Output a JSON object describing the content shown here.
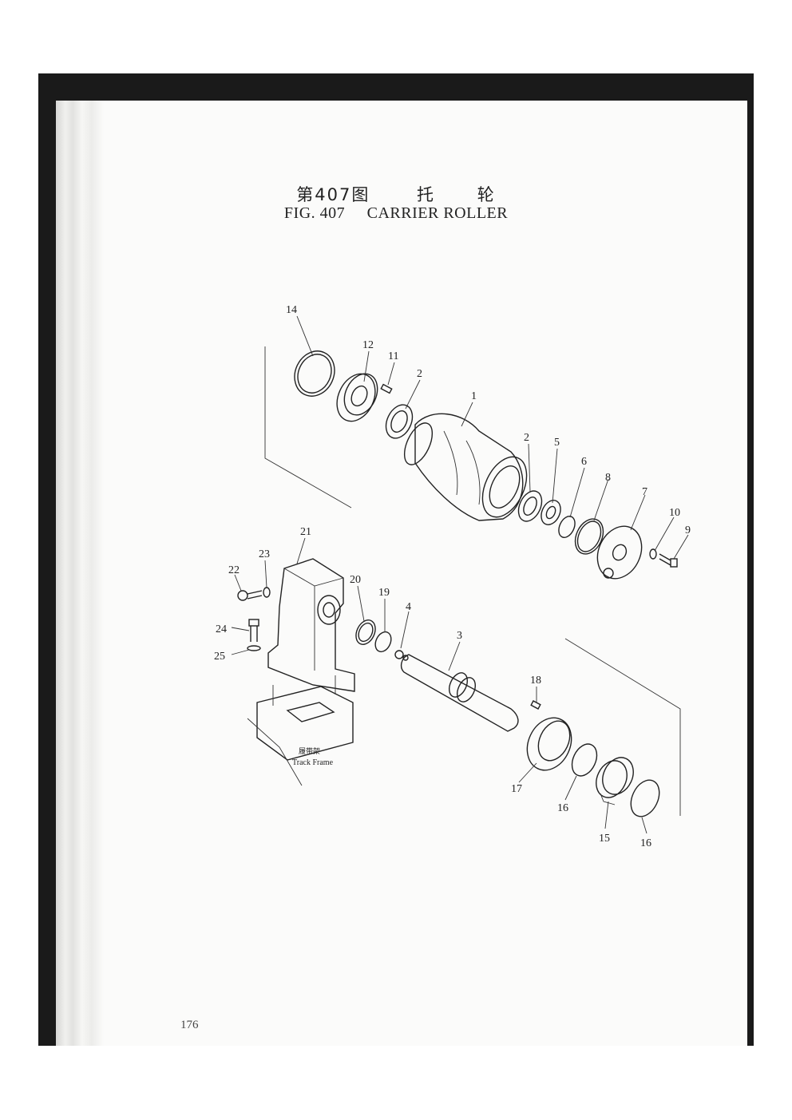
{
  "title": {
    "cn_number": "第407图",
    "cn_char1": "托",
    "cn_char2": "轮",
    "en_fig": "FIG. 407",
    "en_name": "CARRIER ROLLER"
  },
  "track_frame": {
    "cn": "履带架",
    "en": "Track Frame"
  },
  "page_number": "176",
  "callouts": [
    "14",
    "12",
    "11",
    "2",
    "1",
    "2",
    "5",
    "6",
    "8",
    "7",
    "10",
    "9",
    "21",
    "23",
    "22",
    "20",
    "19",
    "4",
    "3",
    "24",
    "25",
    "18",
    "17",
    "16",
    "15",
    "16"
  ]
}
